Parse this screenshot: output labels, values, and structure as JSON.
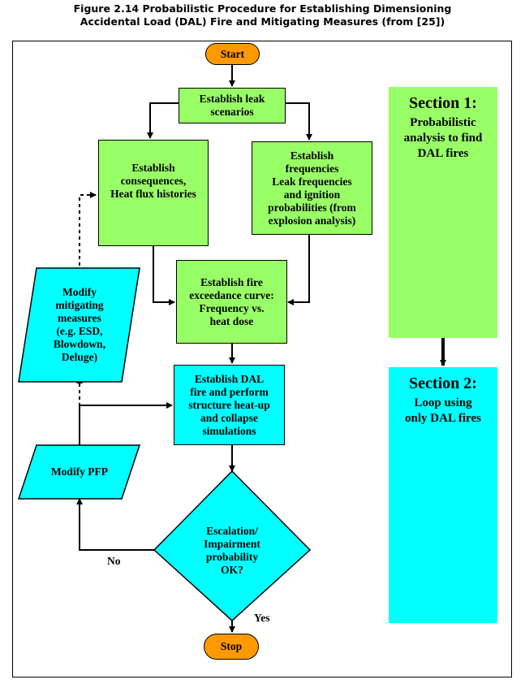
{
  "caption": {
    "line1": "Figure 2.14 Probabilistic Procedure for Establishing Dimensioning",
    "line2": "Accidental Load (DAL) Fire and Mitigating Measures (from [25])"
  },
  "nodes": {
    "start": "Start",
    "leak_scenarios": [
      "Establish leak",
      "scenarios"
    ],
    "consequences": [
      "Establish",
      "consequences,",
      "Heat flux histories"
    ],
    "frequencies": [
      "Establish",
      "frequencies",
      "Leak frequencies",
      "and ignition",
      "probabilities (from",
      "explosion analysis)"
    ],
    "exceedance": [
      "Establish fire",
      "exceedance curve:",
      "Frequency vs.",
      "heat dose"
    ],
    "dal_fire": [
      "Establish DAL",
      "fire and perform",
      "structure heat-up",
      "and collapse",
      "simulations"
    ],
    "modify_mitigating": [
      "Modify",
      "mitigating",
      "measures",
      "(e.g. ESD,",
      "Blowdown,",
      "Deluge)"
    ],
    "modify_pfp": "Modify PFP",
    "decision": [
      "Escalation/",
      "Impairment",
      "probability",
      "OK?"
    ],
    "stop": "Stop"
  },
  "edge_labels": {
    "no": "No",
    "yes": "Yes"
  },
  "sections": {
    "section1": {
      "title": "Section 1:",
      "body": [
        "Probabilistic",
        "analysis to find",
        "DAL fires"
      ]
    },
    "section2": {
      "title": "Section 2:",
      "body": [
        "Loop using",
        "only DAL fires"
      ]
    }
  },
  "colors": {
    "process_green": "#99ff66",
    "loop_cyan": "#00ffff",
    "terminal_orange": "#ff9900"
  }
}
